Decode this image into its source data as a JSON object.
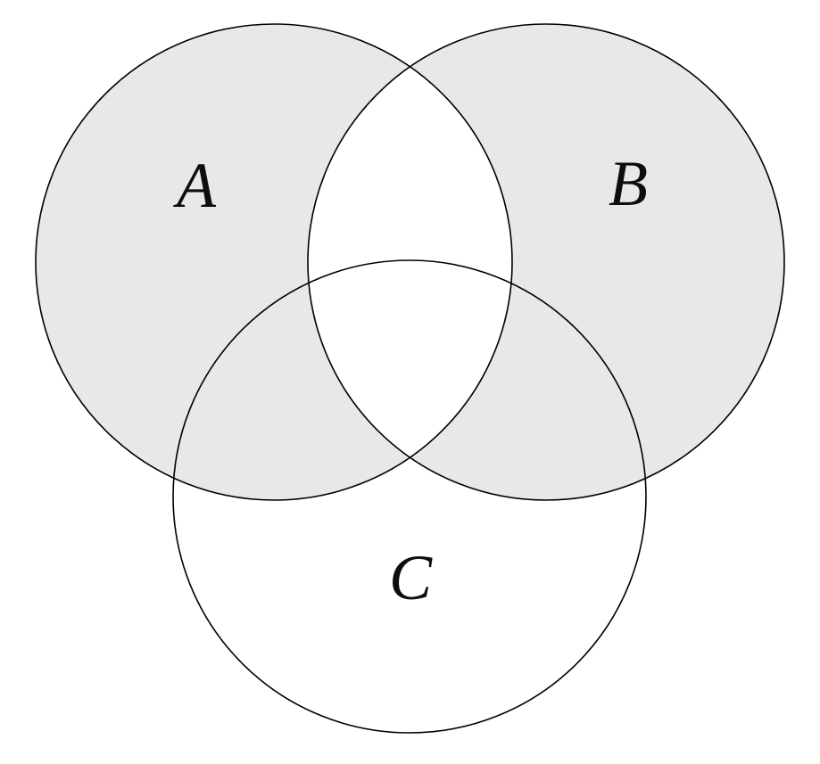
{
  "diagram": {
    "type": "venn-3-sets",
    "sets": [
      {
        "id": "A",
        "label": "A",
        "shaded": true
      },
      {
        "id": "B",
        "label": "B",
        "shaded": true
      },
      {
        "id": "C",
        "label": "C",
        "shaded": false
      }
    ],
    "shading": {
      "shaded_regions": [
        "A only",
        "B only",
        "A∩C only",
        "B∩C only"
      ],
      "unshaded_regions": [
        "A∩B",
        "A∩B∩C",
        "C only",
        "outside"
      ],
      "expression": "(A ∪ B) \\ (A ∩ B)"
    },
    "colors": {
      "shade": "#e8e8e8",
      "hole": "#ffffff",
      "stroke": "#000000",
      "background": "#ffffff"
    }
  }
}
